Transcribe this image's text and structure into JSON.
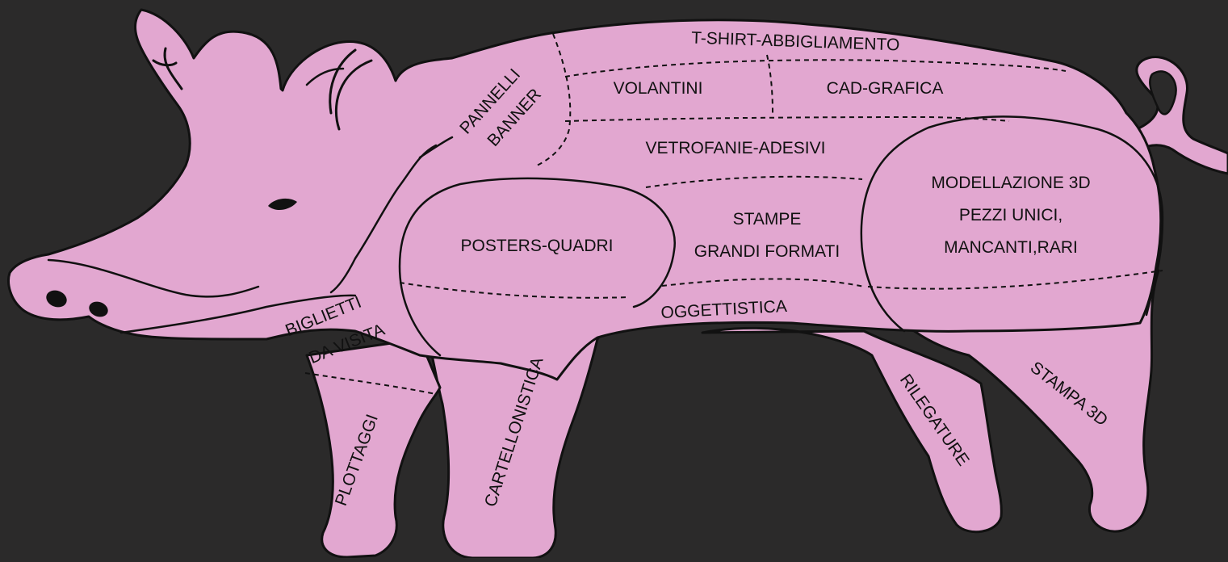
{
  "colors": {
    "background": "#2b2a2a",
    "pig": "#e2a7d0",
    "ink": "#111111"
  },
  "sections": {
    "tshirt": "T-SHIRT-ABBIGLIAMENTO",
    "volantini": "VOLANTINI",
    "cad": "CAD-GRAFICA",
    "pannelli": "PANNELLI",
    "banner": "BANNER",
    "vetrofanie": "VETROFANIE-ADESIVI",
    "posters": "POSTERS-QUADRI",
    "stampe_1": "STAMPE",
    "stampe_2": "GRANDI FORMATI",
    "modellazione_1": "MODELLAZIONE 3D",
    "modellazione_2": "PEZZI UNICI,",
    "modellazione_3": "MANCANTI,RARI",
    "oggettistica": "OGGETTISTICA",
    "biglietti_1": "BIGLIETTI",
    "biglietti_2": "DA VISITA",
    "plottaggi": "PLOTTAGGI",
    "cartellonistica": "CARTELLONISTICA",
    "rilegature": "RILEGATURE",
    "stampa3d": "STAMPA 3D"
  }
}
